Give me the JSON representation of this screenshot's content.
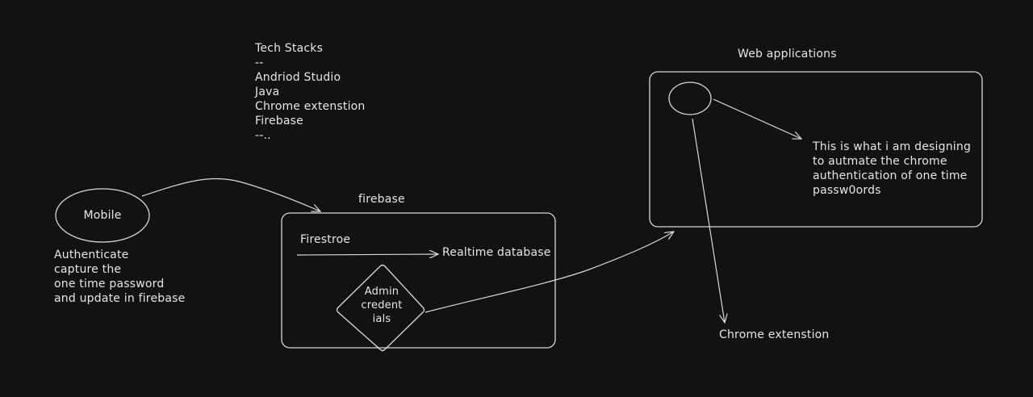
{
  "diagram": {
    "mobile": {
      "label": "Mobile",
      "note_lines": [
        "Authenticate",
        "capture the",
        "one time password",
        "and update in firebase"
      ]
    },
    "tech_stacks": {
      "lines": [
        "Tech Stacks",
        "--",
        "Andriod Studio",
        "Java",
        "Chrome extenstion",
        "Firebase",
        "--.."
      ]
    },
    "firebase": {
      "title": "firebase",
      "firestore_label": "Firestroe",
      "realtime_label": "Realtime database",
      "admin_lines": [
        "Admin",
        "credent",
        "ials"
      ]
    },
    "web_applications": {
      "title": "Web applications",
      "note_lines": [
        "This is what i am designing",
        "to autmate the chrome",
        "authentication of one time",
        "passw0ords"
      ]
    },
    "chrome_extension": {
      "label": "Chrome extenstion"
    }
  },
  "colors": {
    "background": "#121212",
    "stroke": "#d9d9d9",
    "text": "#e6e6e6"
  }
}
